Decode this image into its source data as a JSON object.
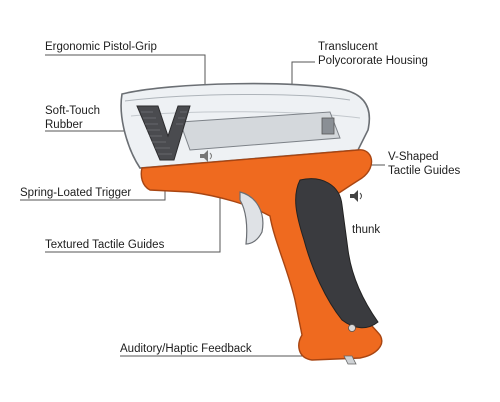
{
  "callouts": {
    "ergonomic_grip": "Ergonomic Pistol-Grip",
    "housing": "Translucent\nPolycororate Housing",
    "soft_touch": "Soft-Touch\nRubber",
    "v_guides": "V-Shaped\nTactile Guides",
    "trigger": "Spring-Loated Trigger",
    "thunk": "thunk",
    "textured_guides": "Textured Tactile Guides",
    "feedback": "Auditory/Haptic Feedback"
  },
  "colors": {
    "orange": "#ef6a1f",
    "dark_rubber": "#3a3b3f",
    "housing": "#e8ecf0",
    "line": "#555555"
  },
  "icons": [
    "speaker-icon"
  ]
}
